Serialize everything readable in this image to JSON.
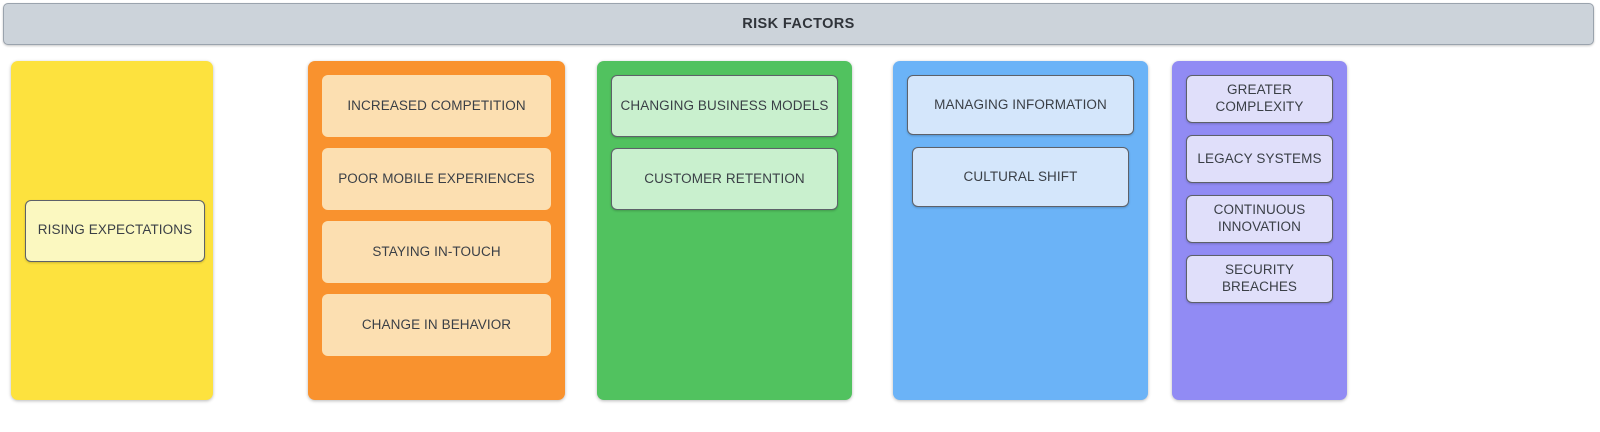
{
  "header": {
    "title": "RISK FACTORS",
    "background_color": "#ccd3da",
    "border_color": "#9aa3ad",
    "text_color": "#30343a"
  },
  "columns": [
    {
      "name": "yellow",
      "background_color": "#fde23e",
      "card_background_color": "#fbf8c0",
      "cards_bordered": true,
      "vertically_centered": true,
      "cards": [
        {
          "label": "RISING EXPECTATIONS"
        }
      ]
    },
    {
      "name": "orange",
      "background_color": "#f9922e",
      "card_background_color": "#fcdfb1",
      "cards_bordered": false,
      "vertically_centered": false,
      "cards": [
        {
          "label": "INCREASED COMPETITION"
        },
        {
          "label": "POOR MOBILE EXPERIENCES"
        },
        {
          "label": "STAYING IN-TOUCH"
        },
        {
          "label": "CHANGE IN BEHAVIOR"
        }
      ]
    },
    {
      "name": "green",
      "background_color": "#51c25f",
      "card_background_color": "#c9f0ce",
      "cards_bordered": true,
      "vertically_centered": false,
      "cards": [
        {
          "label": "CHANGING BUSINESS MODELS"
        },
        {
          "label": "CUSTOMER RETENTION"
        }
      ]
    },
    {
      "name": "blue",
      "background_color": "#6bb3f7",
      "card_background_color": "#d4e6fb",
      "cards_bordered": true,
      "vertically_centered": false,
      "cards": [
        {
          "label": "MANAGING INFORMATION"
        },
        {
          "label": "CULTURAL SHIFT"
        }
      ]
    },
    {
      "name": "purple",
      "background_color": "#918bf4",
      "card_background_color": "#e0dffa",
      "cards_bordered": true,
      "vertically_centered": false,
      "cards": [
        {
          "label": "GREATER COMPLEXITY"
        },
        {
          "label": "LEGACY SYSTEMS"
        },
        {
          "label": "CONTINUOUS INNOVATION"
        },
        {
          "label": "SECURITY BREACHES"
        }
      ]
    }
  ]
}
